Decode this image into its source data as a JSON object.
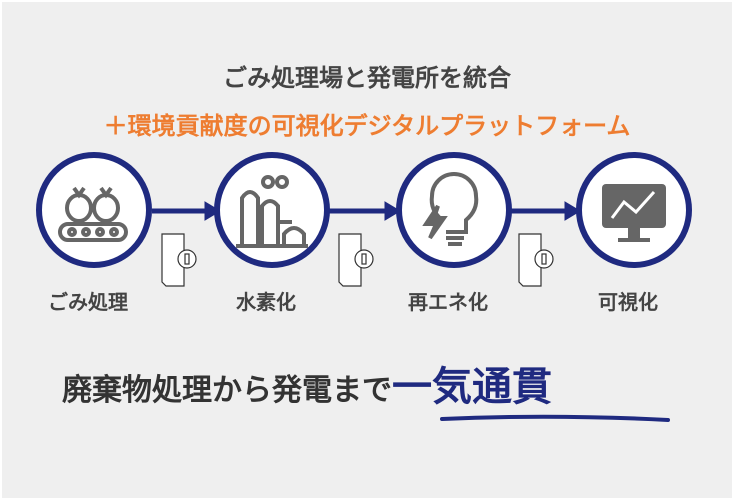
{
  "title": "ごみ処理場と発電所を統合",
  "subtitle": "＋環境貢献度の可視化デジタルプラットフォーム",
  "steps": [
    {
      "label": "ごみ処理",
      "icon": "garbage-bags-conveyor-icon"
    },
    {
      "label": "水素化",
      "icon": "hydrogen-plant-icon"
    },
    {
      "label": "再エネ化",
      "icon": "lightbulb-lightning-icon"
    },
    {
      "label": "可視化",
      "icon": "monitor-chart-icon"
    }
  ],
  "tagline": {
    "prefix": "廃棄物処理から発電まで",
    "emphasis": "一気通貫"
  },
  "colors": {
    "navy": "#1f2a80",
    "orange": "#ee7d31",
    "text": "#444444"
  }
}
